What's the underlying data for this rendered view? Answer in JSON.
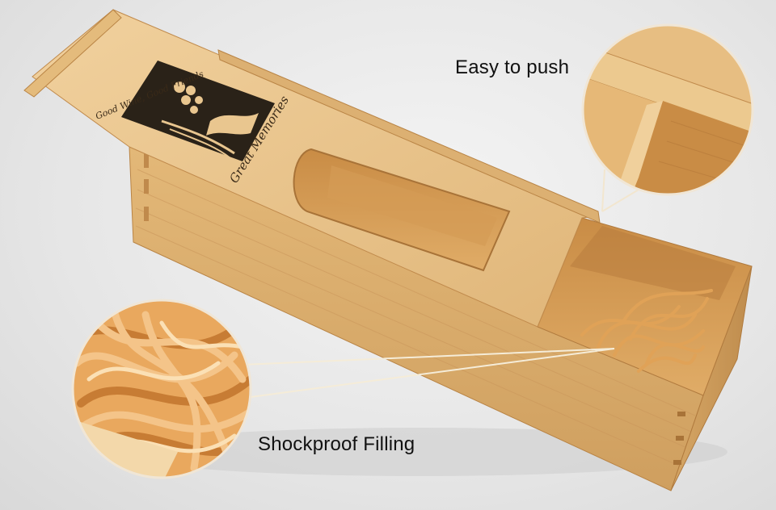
{
  "callouts": {
    "push_label": "Easy to push",
    "filling_label": "Shockproof Filling"
  },
  "lid_engraving": {
    "line1": "Good Wine, Good Friends",
    "line2": "Great Memories"
  },
  "colors": {
    "wood_light": "#e9c68f",
    "wood_mid": "#d9ac6b",
    "wood_dark": "#b98445",
    "shred": "#e0a257",
    "background": "#e9e9e9"
  }
}
